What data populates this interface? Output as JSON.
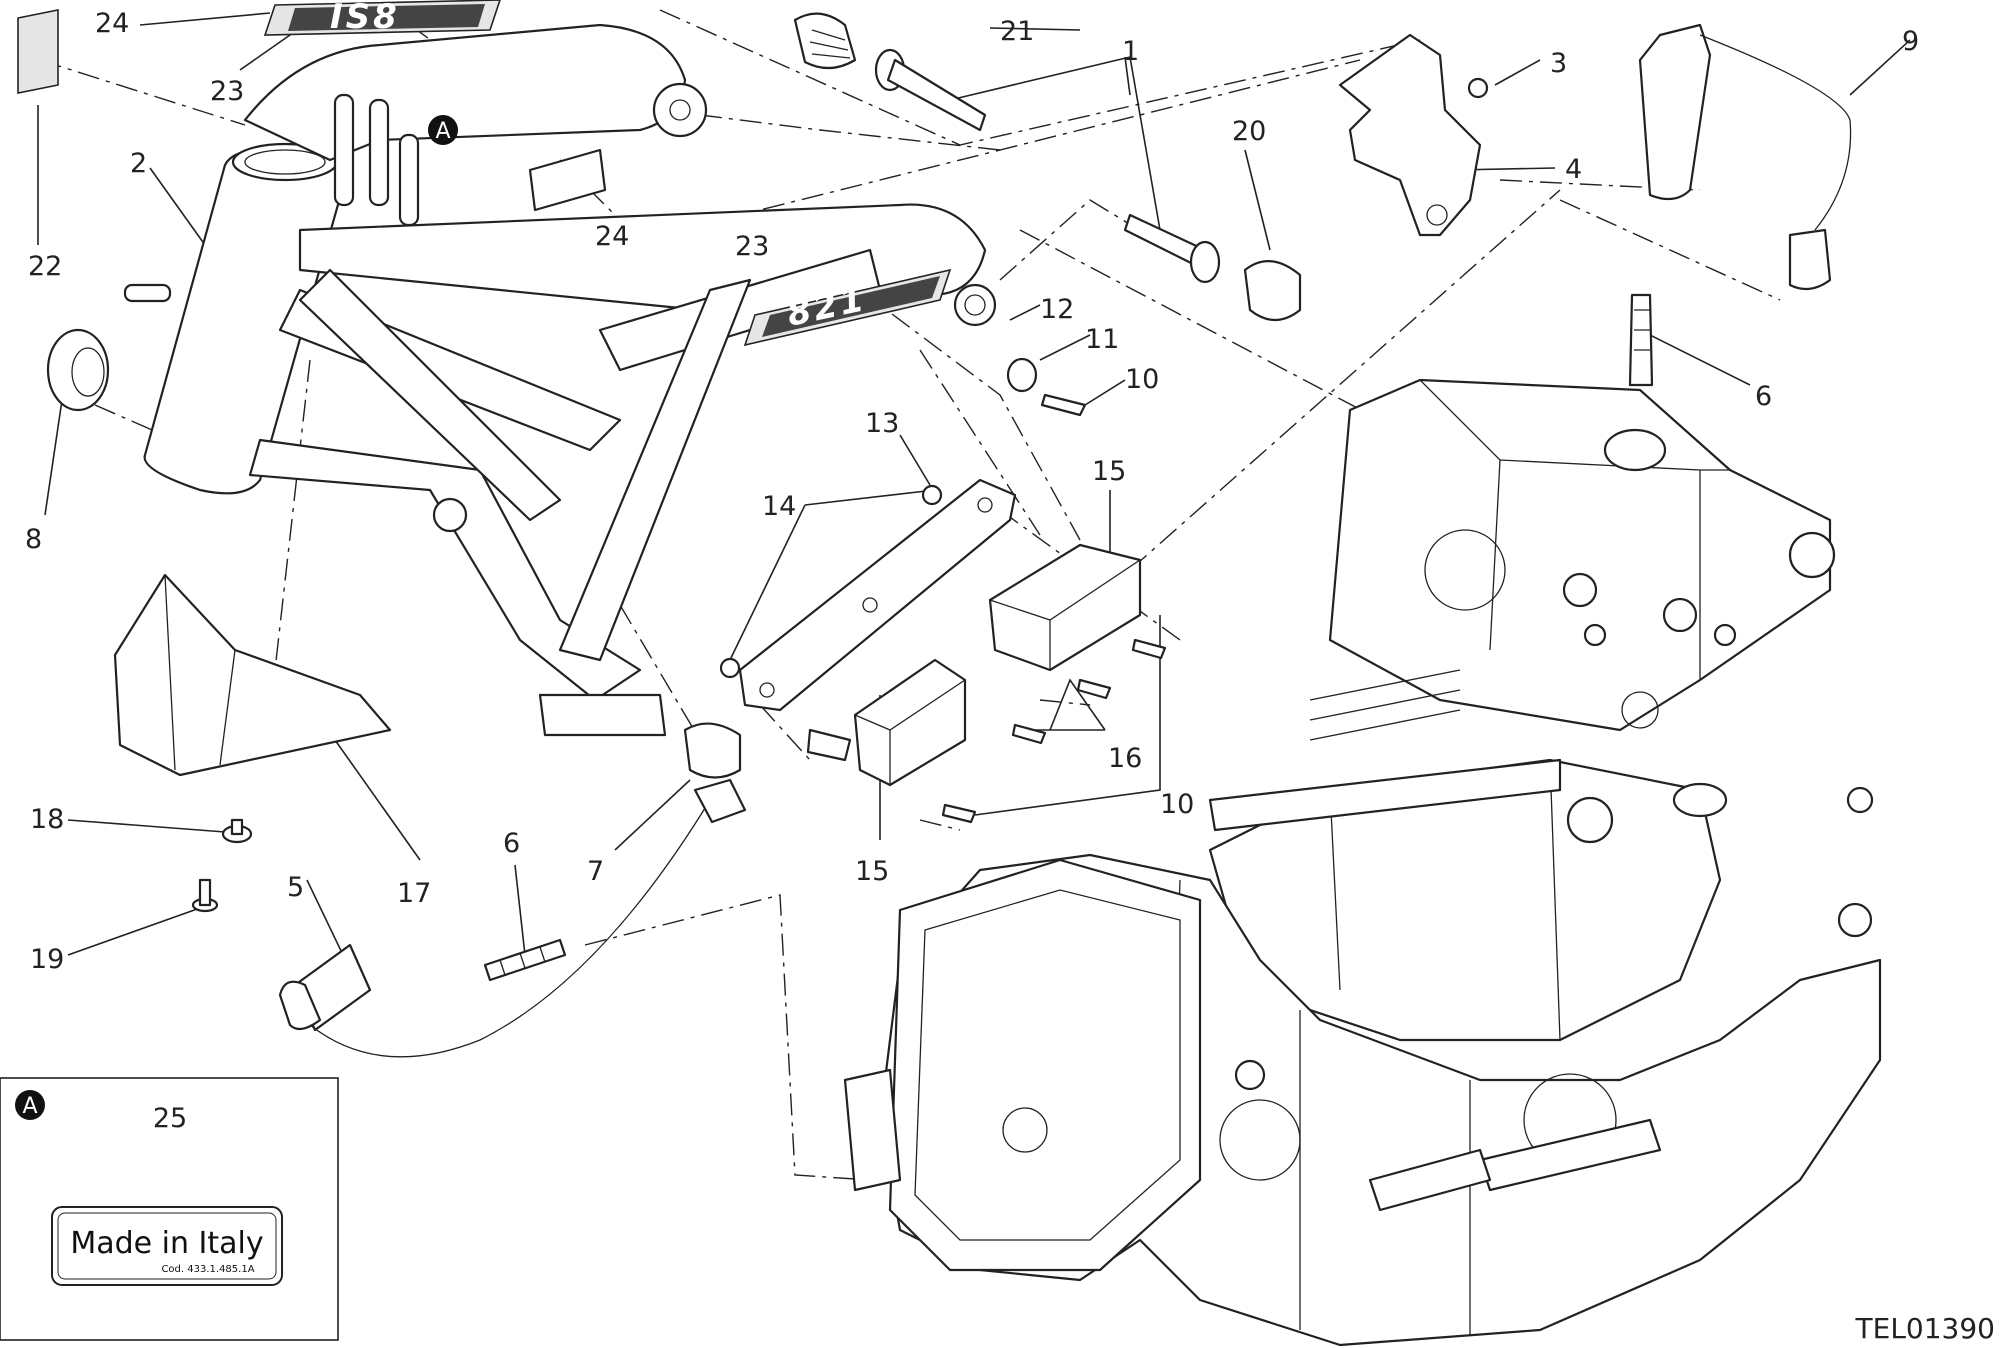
{
  "drawing_code": "TEL01390",
  "detail": {
    "marker": "A",
    "callout": "25",
    "plate_title": "Made in Italy",
    "plate_code": "Cod. 433.1.485.1A"
  },
  "frame_marker": "A",
  "decals": {
    "top": "IS8",
    "side": "821"
  },
  "callouts": {
    "c1": "1",
    "c2": "2",
    "c3": "3",
    "c4": "4",
    "c5": "5",
    "c6a": "6",
    "c6b": "6",
    "c7": "7",
    "c8": "8",
    "c9": "9",
    "c10a": "10",
    "c10b": "10",
    "c11": "11",
    "c12": "12",
    "c13": "13",
    "c14": "14",
    "c15a": "15",
    "c15b": "15",
    "c16": "16",
    "c17": "17",
    "c18": "18",
    "c19": "19",
    "c20": "20",
    "c21": "21",
    "c22": "22",
    "c23a": "23",
    "c23b": "23",
    "c24a": "24",
    "c24b": "24"
  }
}
